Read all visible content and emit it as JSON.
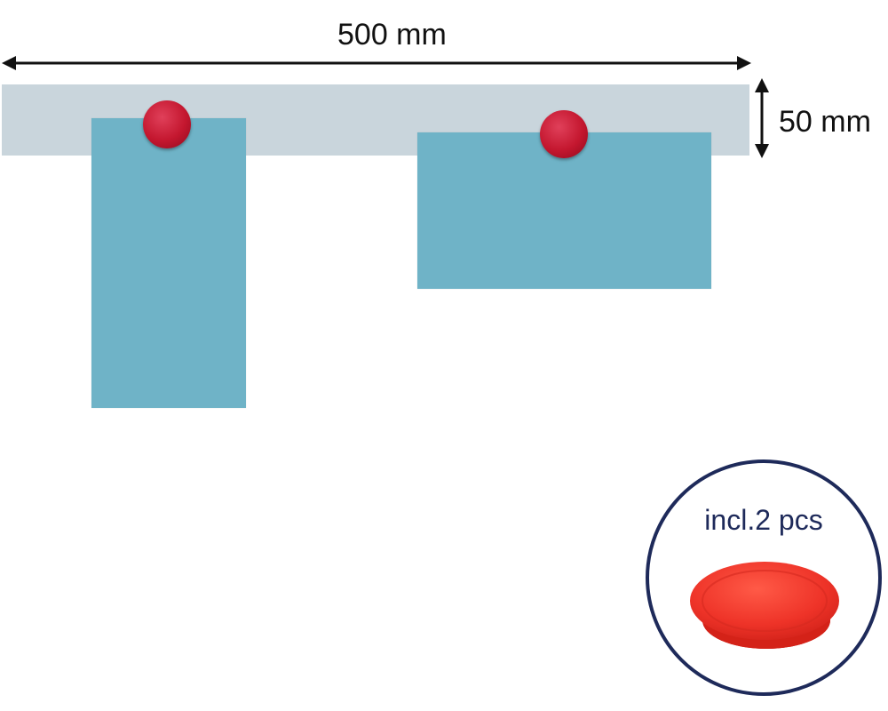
{
  "dimensions": {
    "width_label": "500 mm",
    "height_label": "50 mm"
  },
  "badge": {
    "text": "incl.2 pcs"
  },
  "colors": {
    "rail": "#c9d5dc",
    "card": "#6fb3c7",
    "magnet": "#c4172f",
    "badge_border": "#1e2a5a",
    "badge_magnet": "#ee3328"
  }
}
